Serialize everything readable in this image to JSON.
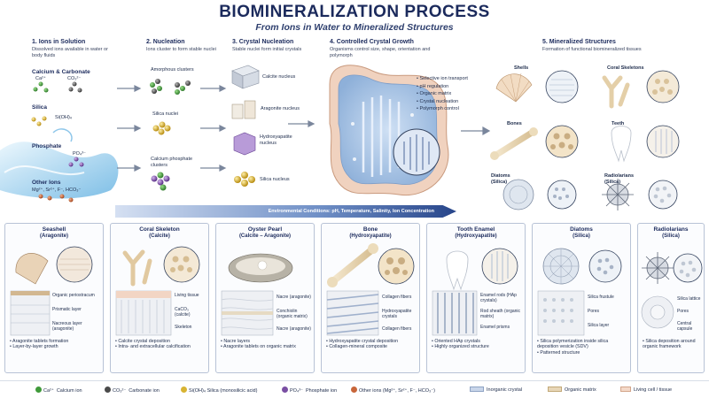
{
  "header": {
    "title": "BIOMINERALIZATION PROCESS",
    "subtitle": "From Ions in Water to Mineralized Structures"
  },
  "stages": [
    {
      "heading": "1. Ions in Solution",
      "desc": "Dissolved ions available in water or body fluids"
    },
    {
      "heading": "2. Nucleation",
      "desc": "Ions cluster to form stable nuclei"
    },
    {
      "heading": "3. Crystal Nucleation",
      "desc": "Stable nuclei form initial crystals"
    },
    {
      "heading": "4. Controlled Crystal Growth",
      "desc": "Organisms control size, shape, orientation and polymorph"
    },
    {
      "heading": "5. Mineralized Structures",
      "desc": "Formation of functional biomineralized tissues"
    }
  ],
  "ions": [
    {
      "title": "Calcium & Carbonate",
      "formulas": [
        "Ca²⁺",
        "CO₃²⁻"
      ]
    },
    {
      "title": "Silica",
      "formulas": [
        "Si(OH)₄"
      ]
    },
    {
      "title": "Phosphate",
      "formulas": [
        "PO₄³⁻"
      ]
    },
    {
      "title": "Other Ions",
      "formulas": [
        "Mg²⁺, Sr²⁺, F⁻, HCO₃⁻"
      ]
    }
  ],
  "nucleation_labels": [
    "Amorphous clusters",
    "Silica nuclei",
    "Calcium phosphate clusters"
  ],
  "crystal_labels": [
    "Calcite nucleus",
    "Aragonite nucleus",
    "Hydroxyapatite nucleus",
    "Silica nucleus"
  ],
  "growth_controls": [
    "Selective ion transport",
    "pH regulation",
    "Organic matrix",
    "Crystal nucleation",
    "Polymorph control"
  ],
  "structures": [
    "Shells",
    "Coral Skeletons",
    "Bones",
    "Teeth",
    "Diatoms (Silica)",
    "Radiolarians (Silica)"
  ],
  "environment": "Environmental Conditions: pH, Temperature, Salinity, Ion Concentration",
  "panels": [
    {
      "title": "Seashell",
      "sub": "(Aragonite)",
      "notes": [
        "Organic periostracum",
        "Prismatic layer",
        "Nacreous layer (aragonite)"
      ],
      "bullets": [
        "Aragonite tablets formation",
        "Layer-by-layer growth"
      ]
    },
    {
      "title": "Coral Skeleton",
      "sub": "(Calcite)",
      "notes": [
        "Living tissue",
        "CaCO₃ (calcite)",
        "Skeleton"
      ],
      "bullets": [
        "Calcite crystal deposition",
        "Intra- and extracellular calcification"
      ]
    },
    {
      "title": "Oyster Pearl",
      "sub": "(Calcite – Aragonite)",
      "notes": [
        "Nacre (aragonite)",
        "Conchiolin (organic matrix)",
        "Nacre (aragonite)"
      ],
      "bullets": [
        "Nacre layers",
        "Aragonite tablets on organic matrix"
      ]
    },
    {
      "title": "Bone",
      "sub": "(Hydroxyapatite)",
      "notes": [
        "Collagen fibers",
        "Hydroxyapatite crystals",
        "Collagen fibers"
      ],
      "bullets": [
        "Hydroxyapatite crystal deposition",
        "Collagen-mineral composite"
      ]
    },
    {
      "title": "Tooth Enamel",
      "sub": "(Hydroxyapatite)",
      "notes": [
        "Enamel rods (HAp crystals)",
        "Rod sheath (organic matrix)",
        "Enamel prisms"
      ],
      "bullets": [
        "Oriented HAp crystals",
        "Highly organized structure"
      ]
    },
    {
      "title": "Diatoms",
      "sub": "(Silica)",
      "notes": [
        "Silica frustule",
        "Pores",
        "Silica layer"
      ],
      "bullets": [
        "Silica polymerization inside silica deposition vesicle (SDV)",
        "Patterned structure"
      ]
    },
    {
      "title": "Radiolarians",
      "sub": "(Silica)",
      "notes": [
        "Silica lattice",
        "Pores",
        "Central capsule"
      ],
      "bullets": [
        "Silica deposition around organic framework"
      ]
    }
  ],
  "legend": [
    {
      "symbol": "Ca²⁺",
      "name": "Calcium ion",
      "color": "#3f9a3a"
    },
    {
      "symbol": "CO₃²⁻",
      "name": "Carbonate ion",
      "color": "#4a4a4a"
    },
    {
      "symbol": "Si(OH)₄",
      "name": "Silica (monosilicic acid)",
      "color": "#d8b433"
    },
    {
      "symbol": "PO₄³⁻",
      "name": "Phosphate ion",
      "color": "#7a4fa3"
    },
    {
      "symbol": "Other ions (Mg²⁺, Sr²⁺, F⁻, HCO₃⁻)",
      "name": "",
      "color": "#c8663a"
    },
    {
      "symbol": "Inorganic crystal",
      "name": "",
      "color": "#c9d6ea"
    },
    {
      "symbol": "Organic matrix",
      "name": "",
      "color": "#e8d7b8"
    },
    {
      "symbol": "Living cell / tissue",
      "name": "",
      "color": "#f4d9c9"
    }
  ]
}
